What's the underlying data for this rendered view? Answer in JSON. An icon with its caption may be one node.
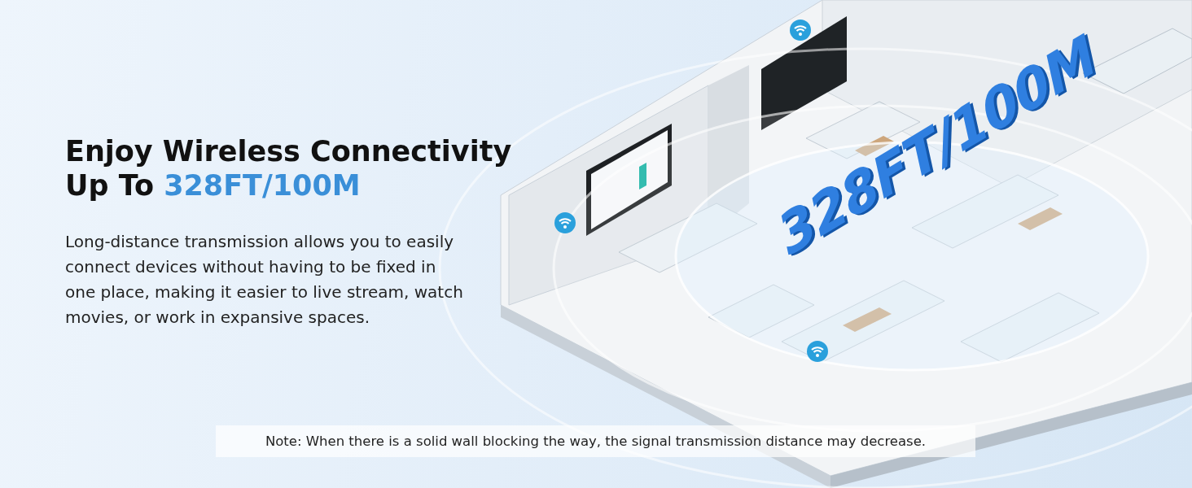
{
  "diagram": {
    "title": "Enjoy Wireless Connectivity Up To 328FT/100M",
    "labels": [
      "Long-distance transmission allows you to easily connect devices without having to be fixed in one place, making it easier to live stream, watch movies, or work in expansive spaces.",
      "328FT/100M",
      "Note: When there is a solid wall blocking the way, the signal transmission distance may decrease."
    ]
  }
}
